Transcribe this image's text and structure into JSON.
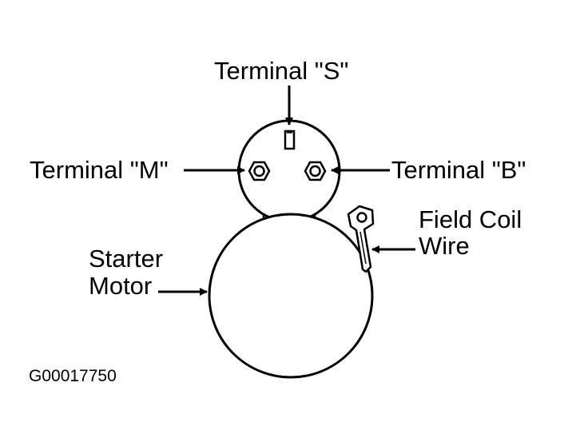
{
  "labels": {
    "terminal_s": "Terminal \"S\"",
    "terminal_m": "Terminal \"M\"",
    "terminal_b": "Terminal \"B\"",
    "field_coil_line1": "Field Coil",
    "field_coil_line2": "Wire",
    "starter_line1": "Starter",
    "starter_line2": "Motor"
  },
  "figure_id": "G00017750",
  "colors": {
    "ink": "#000000",
    "background": "#ffffff"
  }
}
